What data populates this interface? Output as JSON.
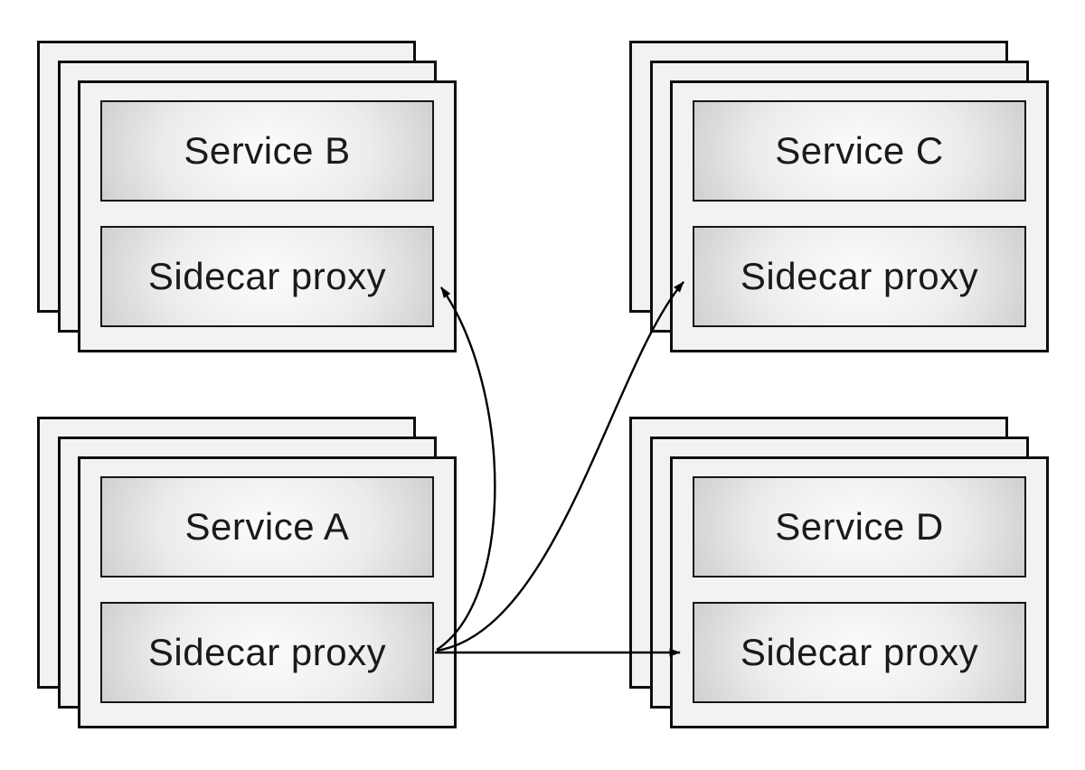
{
  "nodes": [
    {
      "id": "service-b",
      "service_label": "Service B",
      "proxy_label": "Sidecar proxy"
    },
    {
      "id": "service-c",
      "service_label": "Service C",
      "proxy_label": "Sidecar proxy"
    },
    {
      "id": "service-a",
      "service_label": "Service A",
      "proxy_label": "Sidecar proxy"
    },
    {
      "id": "service-d",
      "service_label": "Service D",
      "proxy_label": "Sidecar proxy"
    }
  ],
  "edges": [
    {
      "from": "service-a-sidecar-proxy",
      "to": "service-b-sidecar-proxy"
    },
    {
      "from": "service-a-sidecar-proxy",
      "to": "service-c-sidecar-proxy"
    },
    {
      "from": "service-a-sidecar-proxy",
      "to": "service-d-sidecar-proxy"
    }
  ],
  "colors": {
    "background": "#ffffff",
    "card_fill": "#f2f2f2",
    "border": "#0e0e0e",
    "box_gradient_center": "#fcfcfc",
    "box_gradient_edge": "#bcbcbc",
    "arrow": "#000000",
    "text": "#1a1a1a"
  }
}
